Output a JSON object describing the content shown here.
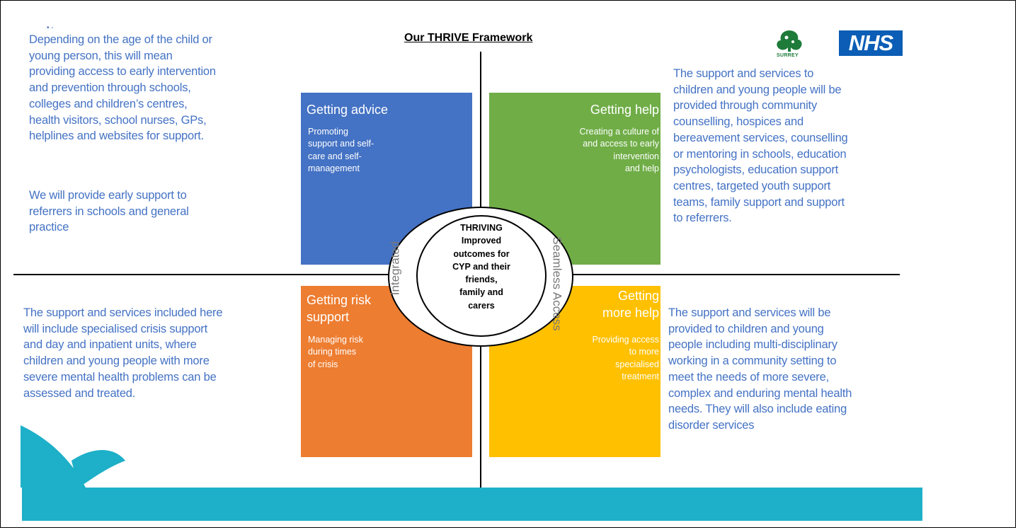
{
  "title": "Our THRIVE Framework",
  "logos": {
    "nhs": "NHS",
    "surrey": "SURREY"
  },
  "corner_mark": "• -",
  "left_top_text": [
    "Depending on the age of the child or",
    "young person, this will mean",
    "providing access to early intervention",
    "and prevention through schools,",
    "colleges and children’s centres,",
    "health visitors, school nurses, GPs,",
    "helplines and websites for support."
  ],
  "left_top_text2": [
    "We will provide early support to",
    "referrers in schools and general",
    "practice"
  ],
  "right_top_text": [
    "The support and services to",
    "children and young people will be",
    "provided through community",
    "counselling, hospices and",
    "bereavement services, counselling",
    "or mentoring in schools, education",
    "psychologists, education support",
    "centres, targeted youth support",
    "teams, family support and support",
    "to referrers."
  ],
  "left_bottom_text": [
    "The support and services included here",
    "will include specialised crisis support",
    "and day and inpatient units, where",
    "children and young people with more",
    "severe mental health problems can be",
    "assessed and treated."
  ],
  "right_bottom_text": [
    "The support and services will be",
    "provided to children and young",
    "people including multi-disciplinary",
    "working in a community setting to",
    "meet the needs of more severe,",
    "complex and enduring mental health",
    "needs. They will also include eating",
    "disorder services"
  ],
  "quadrants": {
    "advice": {
      "title": "Getting advice",
      "body": [
        "Promoting",
        "support and self-",
        "care and self-",
        "management"
      ],
      "color": "#4472c4"
    },
    "help": {
      "title": "Getting help",
      "body": [
        "Creating a culture of",
        "and access to early",
        "intervention",
        "and help"
      ],
      "color": "#70ad47"
    },
    "risk": {
      "title": [
        "Getting risk",
        "support"
      ],
      "body": [
        "Managing risk",
        "during times",
        "of crisis"
      ],
      "color": "#ed7d31"
    },
    "more_help": {
      "title": [
        "Getting",
        "more help"
      ],
      "body": [
        "Providing access",
        "to more",
        "specialised",
        "treatment"
      ],
      "color": "#ffc000"
    }
  },
  "center": {
    "lines": [
      "THRIVING",
      "Improved",
      "outcomes for",
      "CYP and their",
      "friends,",
      "family and",
      "carers"
    ]
  },
  "ring_labels": {
    "left": "Integrated",
    "right": "Seamless Access"
  },
  "colors": {
    "text_blue": "#4472c4",
    "teal": "#1db0c8"
  }
}
